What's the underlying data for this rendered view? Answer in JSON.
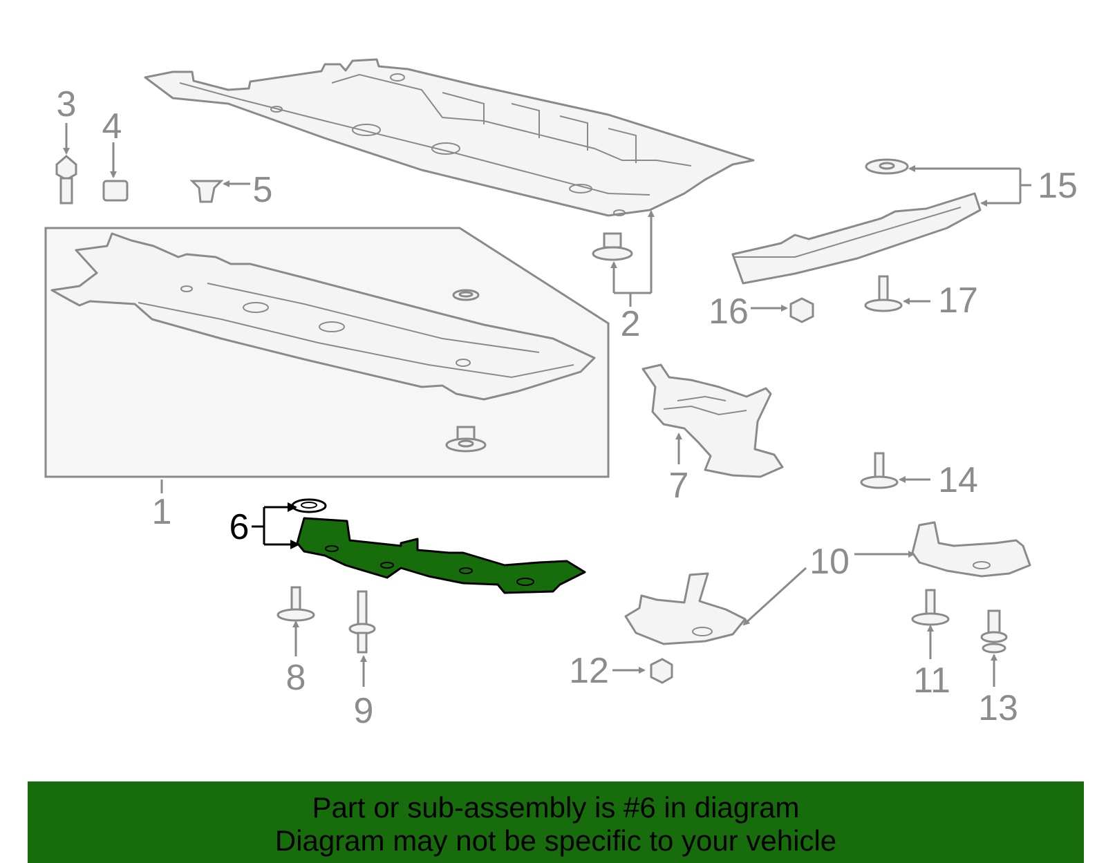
{
  "diagram": {
    "highlighted_part": "6",
    "highlight_color": "#176d0b",
    "line_color": "#8a8a8a",
    "callouts": [
      "1",
      "2",
      "3",
      "4",
      "5",
      "6",
      "7",
      "8",
      "9",
      "10",
      "11",
      "12",
      "13",
      "14",
      "15",
      "16",
      "17"
    ]
  },
  "banner": {
    "line1": "Part or sub-assembly is #6 in diagram",
    "line2": "Diagram may not be specific to your vehicle",
    "background": "#176d0b"
  }
}
